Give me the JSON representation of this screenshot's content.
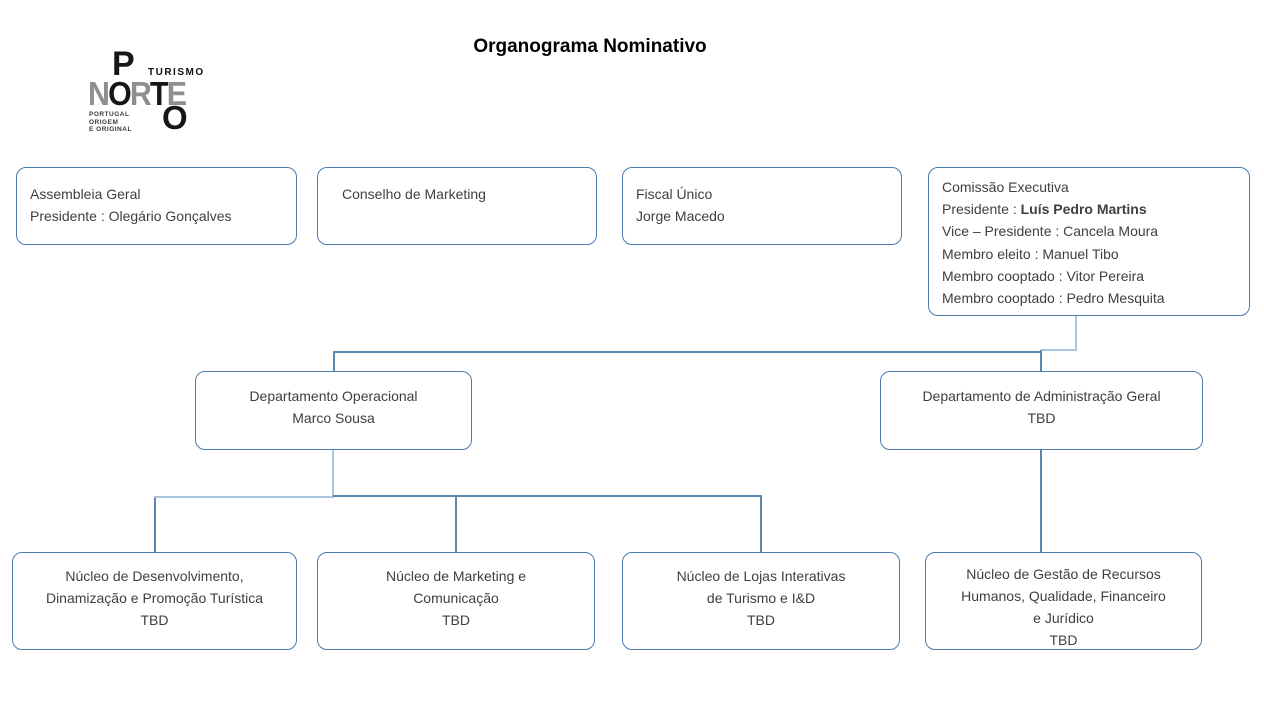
{
  "title": "Organograma Nominativo",
  "logo": {
    "p_letter": "P",
    "turismo": "TURISMO",
    "norte_letters": [
      "N",
      "O",
      "R",
      "T",
      "E"
    ],
    "o_bottom": "O",
    "tagline": [
      "PORTUGAL",
      "ORIGEM",
      "E ORIGINAL"
    ]
  },
  "colors": {
    "line_dark": "#5b87ae",
    "line_light": "#aac6de",
    "border": "#4a7cae",
    "text": "#3f3f3f"
  },
  "boxes": {
    "assembleia": {
      "lines": [
        "Assembleia Geral",
        "Presidente : Olegário Gonçalves"
      ]
    },
    "conselho": {
      "lines": [
        "Conselho de Marketing"
      ]
    },
    "fiscal": {
      "lines": [
        "Fiscal Único",
        "Jorge Macedo"
      ]
    },
    "comissao": {
      "line1": "Comissão Executiva",
      "line2_prefix": "Presidente : ",
      "line2_bold": "Luís Pedro Martins",
      "line3": "Vice – Presidente : Cancela Moura",
      "line4": "Membro eleito : Manuel Tibo",
      "line5": "Membro cooptado : Vitor Pereira",
      "line6": "Membro cooptado : Pedro Mesquita"
    },
    "dept_operacional": {
      "lines": [
        "Departamento Operacional",
        "Marco Sousa"
      ]
    },
    "dept_admin": {
      "lines": [
        "Departamento de Administração Geral",
        "TBD"
      ]
    },
    "nucleo_desenvolvimento": {
      "lines": [
        "Núcleo de Desenvolvimento,",
        "Dinamização e Promoção Turística",
        "TBD"
      ]
    },
    "nucleo_marketing": {
      "lines": [
        "Núcleo de Marketing e",
        "Comunicação",
        "TBD"
      ]
    },
    "nucleo_lojas": {
      "lines": [
        "Núcleo de  Lojas Interativas",
        "de Turismo e I&D",
        "TBD"
      ]
    },
    "nucleo_gestao": {
      "lines": [
        "Núcleo de Gestão de Recursos",
        "Humanos, Qualidade, Financeiro",
        "e Jurídico",
        "TBD"
      ]
    }
  }
}
